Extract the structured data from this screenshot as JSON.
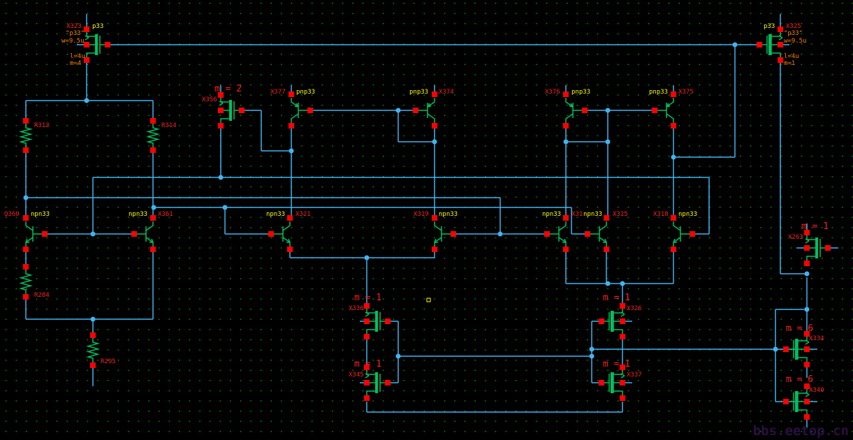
{
  "canvas": {
    "background": "#000000",
    "grid_color": "#00c800",
    "wire_color": "#40b4f0",
    "pin_color": "#ff0000",
    "device_color": "#00c060",
    "name_color": "#ff2020",
    "model_color": "#ffff00",
    "param_color": "#ff8000"
  },
  "instances": [
    {
      "id": "X323",
      "model": "p33",
      "params": [
        "\"p33\"",
        "w=9.5u",
        "l=4u",
        "m=4"
      ]
    },
    {
      "id": "X325",
      "model": "p33",
      "params": [
        "\"p33\"",
        "w=9.5u",
        "l=4u",
        "m=1"
      ]
    },
    {
      "id": "X356",
      "mult": "m = 2"
    },
    {
      "id": "X377",
      "model": "pnp33"
    },
    {
      "id": "X374",
      "model": "pnp33"
    },
    {
      "id": "X376",
      "model": "pnp33"
    },
    {
      "id": "X375",
      "model": "pnp33"
    },
    {
      "id": "R313"
    },
    {
      "id": "R314"
    },
    {
      "id": "Q360",
      "model": "npn33"
    },
    {
      "id": "X361",
      "model": "npn33"
    },
    {
      "id": "X321",
      "model": "npn33"
    },
    {
      "id": "X319",
      "model": "npn33"
    },
    {
      "id": "X31",
      "model": "npn33"
    },
    {
      "id": "X315",
      "model": "npn33"
    },
    {
      "id": "X318",
      "model": "npn33"
    },
    {
      "id": "R284"
    },
    {
      "id": "R295"
    },
    {
      "id": "X336",
      "mult": "m = 1"
    },
    {
      "id": "X345",
      "mult": "m = 1"
    },
    {
      "id": "X326",
      "mult": "m = 1"
    },
    {
      "id": "X337",
      "mult": "m = 1"
    },
    {
      "id": "X263",
      "mult": "m = 1"
    },
    {
      "id": "X334",
      "mult": "m = 6"
    },
    {
      "id": "X340",
      "mult": "m = 6"
    }
  ],
  "watermark": "bbs.eetop.cn"
}
